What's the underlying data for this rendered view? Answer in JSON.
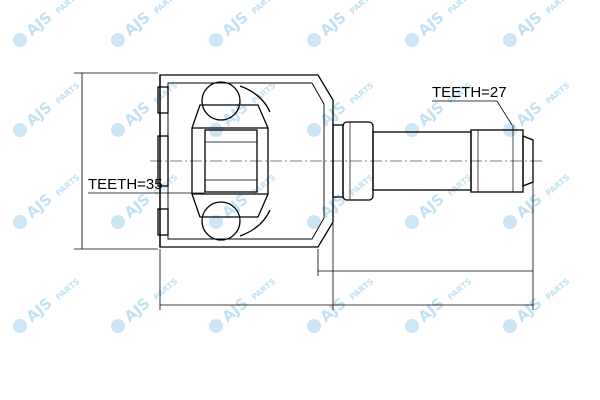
{
  "labels": {
    "left_teeth": "TEETH=35",
    "right_teeth": "TEETH=27"
  },
  "watermark": {
    "brand": "AJS",
    "sub": "PARTS"
  },
  "colors": {
    "line": "#000000",
    "watermark": "#8fc8ea",
    "background": "#ffffff"
  }
}
